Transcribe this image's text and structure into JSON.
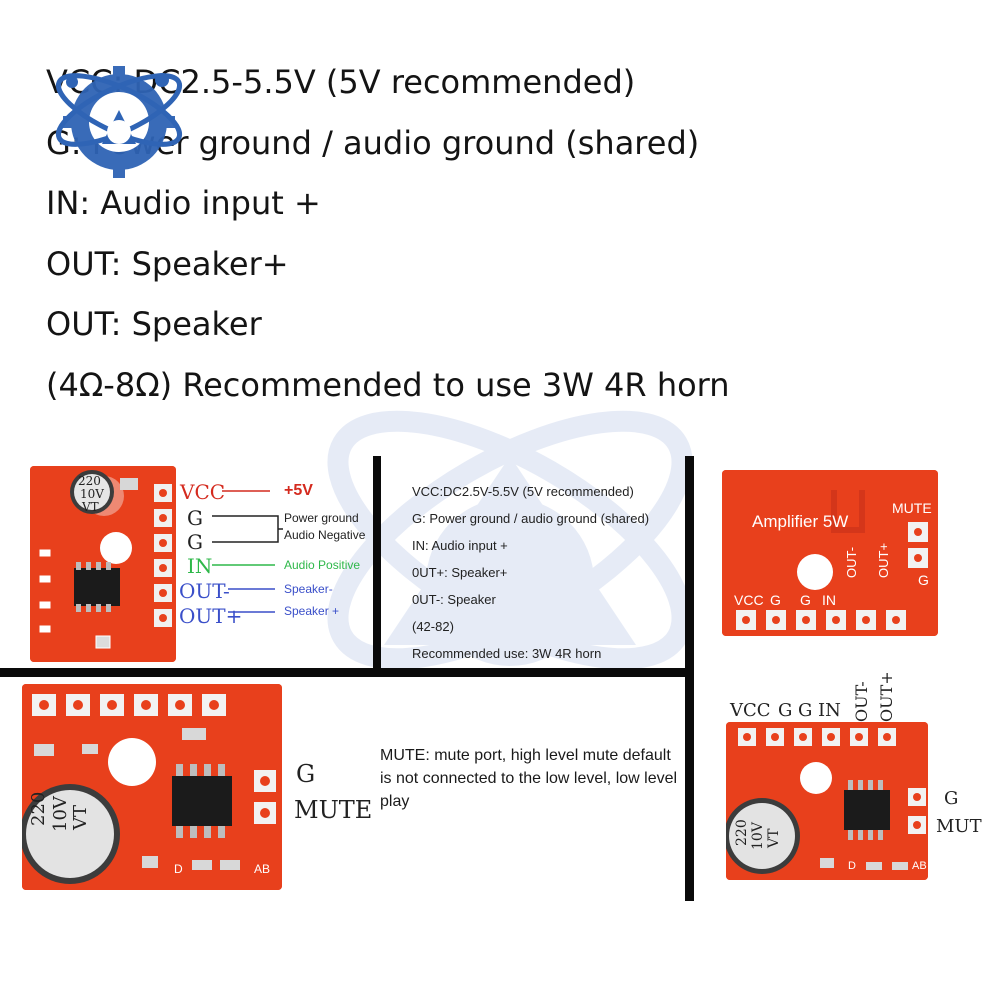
{
  "specs": {
    "lines": [
      "VCC: DC2.5-5.5V (5V recommended)",
      "G: Power ground / audio ground (shared)",
      "IN: Audio input +",
      "OUT: Speaker+",
      "OUT: Speaker",
      "(4Ω-8Ω) Recommended to use 3W 4R horn"
    ]
  },
  "pinout": {
    "labels": [
      "VCC",
      "G",
      "G",
      "IN",
      "OUT-",
      "OUT+"
    ],
    "descriptions": [
      "+5V",
      "Power ground",
      "Audio Negative",
      "Audio Positive",
      "Speaker-",
      "Speaker +"
    ],
    "colors": {
      "vcc": "#d42a1e",
      "ground": "#222222",
      "audio": "#2fb84a",
      "speaker": "#3a4fc9"
    }
  },
  "capacitor": {
    "line1": "220",
    "line2": "10V",
    "line3": "VT"
  },
  "info": {
    "lines": [
      "VCC:DC2.5V-5.5V (5V recommended)",
      "G: Power ground / audio ground (shared)",
      "IN: Audio input +",
      "0UT+: Speaker+",
      "0UT-: Speaker",
      "(42-82)",
      "Recommended use: 3W 4R horn"
    ]
  },
  "board_back": {
    "title": "Amplifier 5W",
    "mute": "MUTE",
    "g": "G",
    "pins": [
      "VCC",
      "G",
      "G",
      "IN",
      "OUT-",
      "OUT+"
    ]
  },
  "mute_section": {
    "g_label": "G",
    "mute_label": "MUTE",
    "description": "MUTE: mute port, high level mute default is not connected to the low level, low level play",
    "board_marks": [
      "D",
      "AB"
    ]
  },
  "board_small": {
    "pins": [
      "VCC",
      "G",
      "G",
      "IN",
      "OUT-",
      "OUT+"
    ],
    "side_g": "G",
    "side_mute": "MUT",
    "marks": [
      "D",
      "AB"
    ]
  }
}
